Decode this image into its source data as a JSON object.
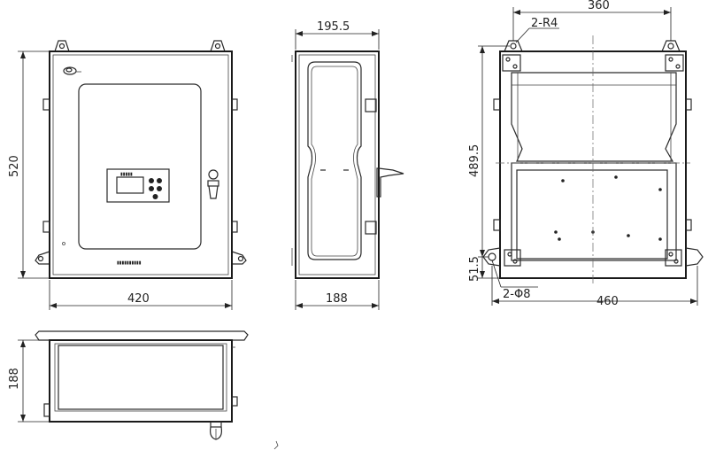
{
  "dimensions": {
    "front_height": "520",
    "front_width": "420",
    "side_depth_top": "195.5",
    "side_depth_bottom": "188",
    "rear_hole_span": "360",
    "rear_radius": "2-R4",
    "rear_hole_height": "489.5",
    "rear_bottom_offset": "51.5",
    "rear_hole_dia": "2-Φ8",
    "rear_total_width": "460",
    "bottom_depth": "188"
  },
  "labels": {
    "panel_header": "▮▮▮▮▮",
    "door_caption": "▮▮▮▮▮▮▮▮▮▮"
  },
  "colors": {
    "line": "#2a2a2a",
    "paper": "#ffffff"
  }
}
